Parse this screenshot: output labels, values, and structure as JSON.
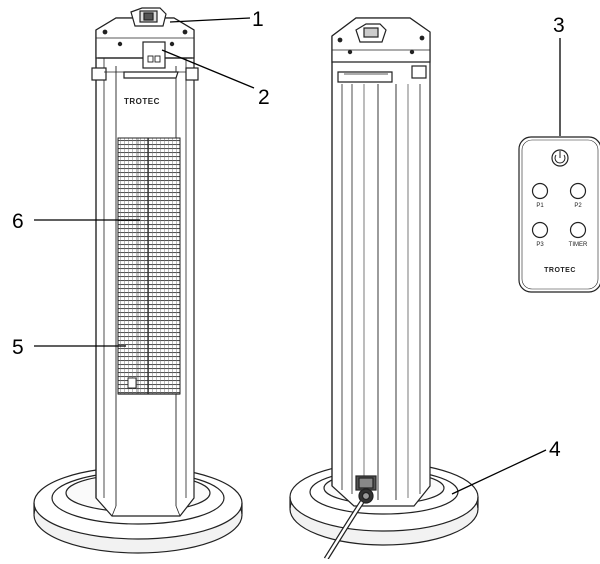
{
  "brand": "TROTEC",
  "remote": {
    "buttons": [
      "P1",
      "P2",
      "P3",
      "TIMER"
    ],
    "brand": "TROTEC"
  },
  "callouts": [
    "1",
    "2",
    "3",
    "4",
    "5",
    "6"
  ]
}
